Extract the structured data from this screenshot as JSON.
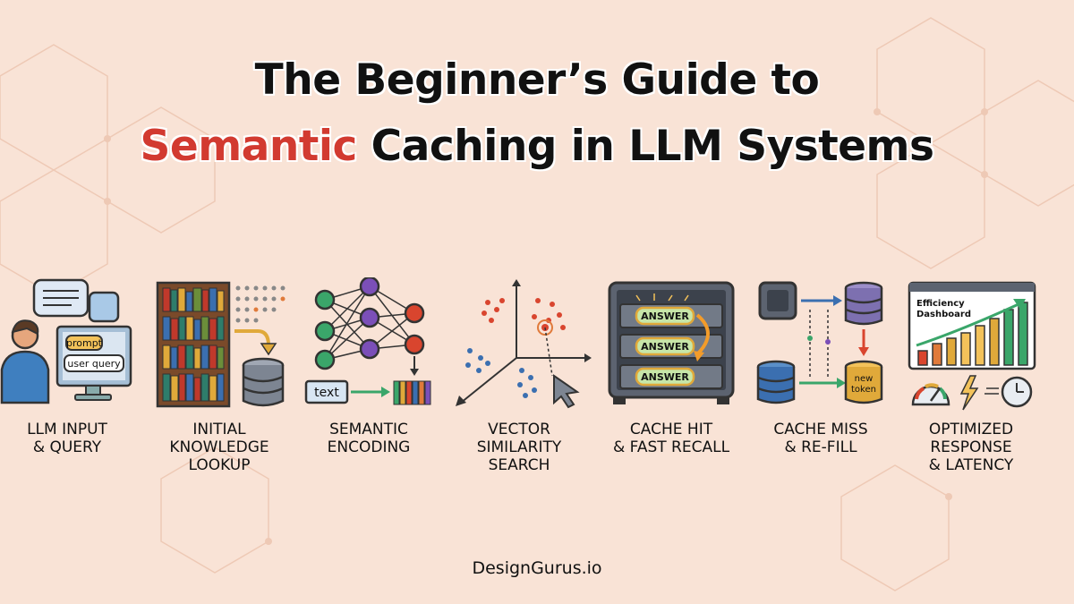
{
  "title": {
    "line1": "The Beginner’s Guide to",
    "highlight": "Semantic",
    "line2_rest": " Caching in LLM Systems"
  },
  "steps": [
    {
      "label_lines": [
        "LLM INPUT",
        "& QUERY"
      ],
      "icon": "user-at-computer-icon",
      "texts": [
        "prompt",
        "user query"
      ]
    },
    {
      "label_lines": [
        "INITIAL",
        "KNOWLEDGE",
        "LOOKUP"
      ],
      "icon": "bookshelf-database-icon"
    },
    {
      "label_lines": [
        "SEMANTIC",
        "ENCODING"
      ],
      "icon": "neural-network-icon",
      "texts": [
        "text"
      ]
    },
    {
      "label_lines": [
        "VECTOR",
        "SIMILARITY",
        "SEARCH"
      ],
      "icon": "vector-space-icon"
    },
    {
      "label_lines": [
        "CACHE HIT",
        "& FAST RECALL"
      ],
      "icon": "cache-server-icon",
      "texts": [
        "ANSWER",
        "ANSWER",
        "ANSWER"
      ]
    },
    {
      "label_lines": [
        "CACHE MISS",
        "& RE-FILL"
      ],
      "icon": "database-refill-icon",
      "texts": [
        "new",
        "token"
      ]
    },
    {
      "label_lines": [
        "OPTIMIZED",
        "RESPONSE",
        "& LATENCY"
      ],
      "icon": "dashboard-icon",
      "texts": [
        "Efficiency",
        "Dashboard"
      ]
    }
  ],
  "footer": "DesignGurus.io",
  "colors": {
    "background": "#f9e3d6",
    "accent": "#d23a30",
    "text": "#111111"
  }
}
